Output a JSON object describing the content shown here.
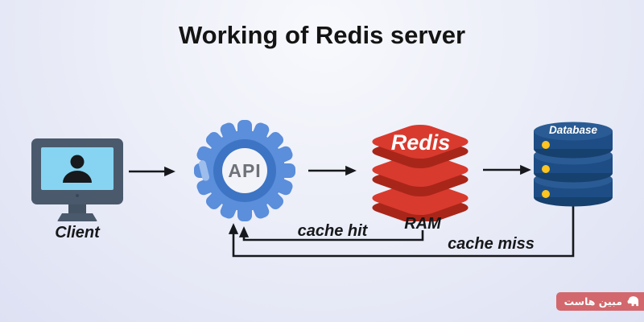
{
  "title": "Working of Redis server",
  "nodes": {
    "client": {
      "label": "Client",
      "icon": "monitor-person-icon"
    },
    "api": {
      "label": "API",
      "icon": "gear-icon"
    },
    "redis": {
      "label": "Redis",
      "sublabel": "RAM",
      "icon": "redis-stack-icon"
    },
    "database": {
      "label": "Database",
      "icon": "database-cylinder-icon"
    }
  },
  "edges": {
    "client_to_api": {
      "from": "client",
      "to": "api"
    },
    "api_to_redis": {
      "from": "api",
      "to": "redis"
    },
    "redis_to_database": {
      "from": "redis",
      "to": "database"
    },
    "cache_hit": {
      "label": "cache hit",
      "from": "redis",
      "to": "api"
    },
    "cache_miss": {
      "label": "cache miss",
      "from": "database",
      "to": "api"
    }
  },
  "watermark": {
    "text": "مبین هاست",
    "icon": "elephant-icon"
  },
  "colors": {
    "background_top": "#f8f9fd",
    "background_bottom": "#dde1f3",
    "title_text": "#141414",
    "arrow": "#16181c",
    "gear_blue": "#5b8edb",
    "gear_ring_blue": "#3d74c4",
    "gear_center": "#f2f3f9",
    "api_text": "#6e7278",
    "redis_red": "#d93a2e",
    "redis_dark_red": "#a82619",
    "database_blue": "#1d4d84",
    "database_top_blue": "#2a5b94",
    "database_dot_yellow": "#ffc41f",
    "monitor_frame": "#4a5a6c",
    "monitor_screen": "#86d4f2",
    "watermark_red": "#d2686d"
  }
}
